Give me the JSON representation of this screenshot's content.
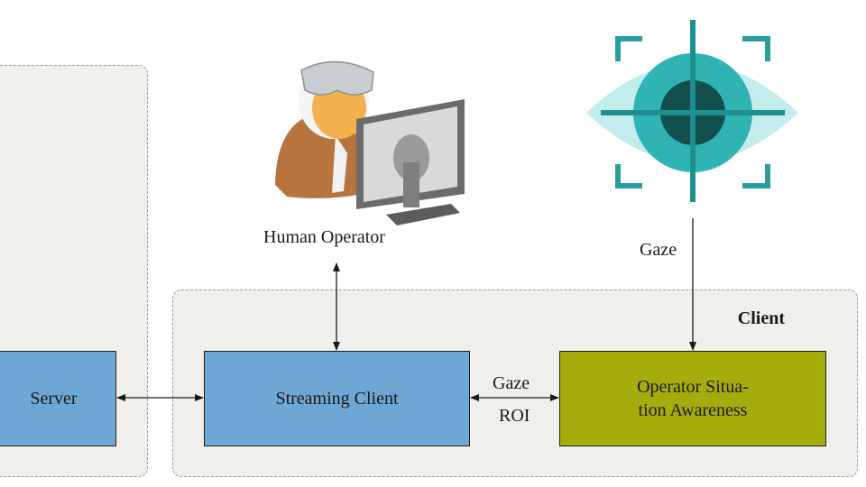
{
  "regions": {
    "client_title": "Client"
  },
  "nodes": {
    "server": "Server",
    "streaming_client": "Streaming Client",
    "osa_line1": "Operator Situa-",
    "osa_line2": "tion Awareness"
  },
  "labels": {
    "human_operator": "Human Operator",
    "gaze_input": "Gaze",
    "gaze_edge": "Gaze",
    "roi_edge": "ROI"
  },
  "icons": {
    "operator": "operator-at-monitor-icon",
    "eye": "eye-tracking-icon"
  },
  "colors": {
    "region_fill": "#f0efeb",
    "node_blue": "#6ea7d3",
    "node_green": "#a5ad0c",
    "eye_teal_dark": "#1f8e8e",
    "eye_teal_light": "#c3ecec"
  }
}
